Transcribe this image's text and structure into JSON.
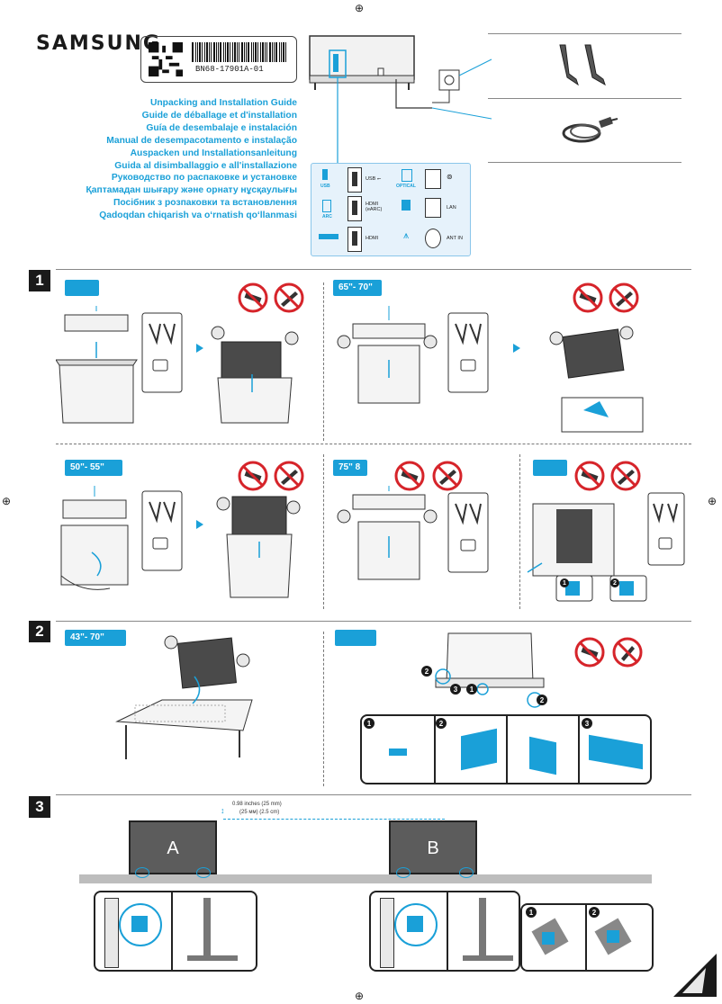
{
  "brand": "SAMSUNG",
  "label": {
    "code": "BN68-17901A-01"
  },
  "titles": [
    "Unpacking and Installation Guide",
    "Guide de déballage et d'installation",
    "Guía de desembalaje e instalación",
    "Manual de desempacotamento e instalação",
    "Auspacken und Installationsanleitung",
    "Guida al disimballaggio e all'installazione",
    "Руководство по распаковке и установке",
    "Қаптамадан шығару және орнату нұсқаулығы",
    "Посібник з розпаковки та встановлення",
    "Qadoqdan chiqarish va oʻrnatish qoʻllanmasi"
  ],
  "ports": {
    "usb_label": "USB",
    "usb_text": "USB ⭠",
    "optical_label": "OPTICAL",
    "arc_label": "ARC",
    "hdmi_earc_text": "HDMI (eARC)",
    "lan_text": "LAN",
    "hdmi_text": "HDMI",
    "ant_text": "ANT IN"
  },
  "sections": {
    "s1": "1",
    "s2": "2",
    "s3": "3"
  },
  "tags": {
    "s1_right": "65\"- 70\"",
    "s1b_left": "50\"- 55\"",
    "s1b_mid": "75\" 8",
    "s2_left": "43\"- 70\""
  },
  "step3": {
    "dim_inches": "0.98 inches (25 mm)",
    "dim_mm": "(25 мм) (2.5 cm)",
    "box_a": "A",
    "box_b": "B"
  },
  "steps": {
    "one": "1",
    "two": "2",
    "three": "3"
  },
  "colors": {
    "accent": "#1aa0d8",
    "dark": "#1a1a1a",
    "prohibit": "#d6242a"
  }
}
